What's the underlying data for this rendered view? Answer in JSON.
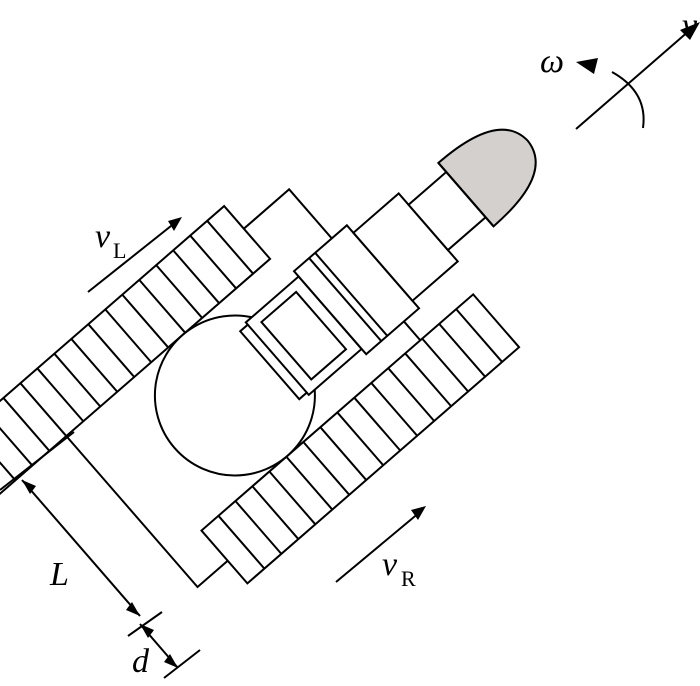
{
  "labels": {
    "v": "v",
    "omega": "ω",
    "vL_main": "v",
    "vL_sub": "L",
    "vR_main": "v",
    "vR_sub": "R",
    "L": "L",
    "d": "d"
  },
  "colors": {
    "head_fill": "#d4d0ce",
    "line": "#000000",
    "background": "#ffffff"
  }
}
